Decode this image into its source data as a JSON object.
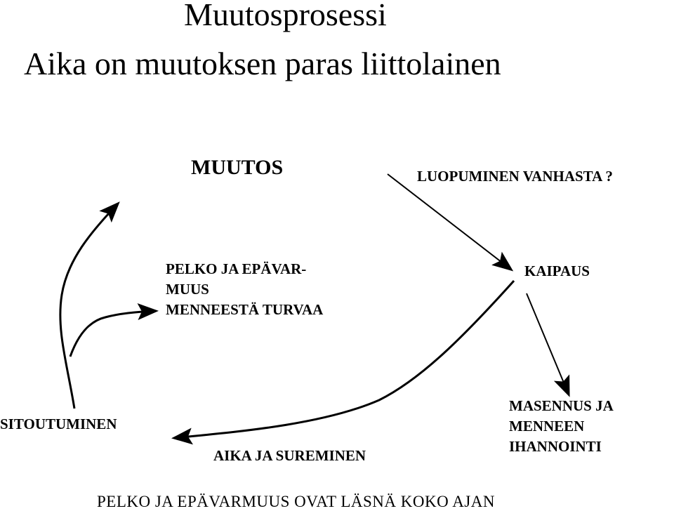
{
  "title": {
    "line1": "Muutosprosessi",
    "line2": "Aika on muutoksen paras liittolainen"
  },
  "nodes": {
    "muutos": "MUUTOS",
    "luopuminen": "LUOPUMINEN VANHASTA ?",
    "kaipaus": "KAIPAUS",
    "pelko": [
      "PELKO JA EPÄVAR-",
      "MUUS",
      "MENNEESTÄ TURVAA"
    ],
    "masennus": [
      "MASENNUS JA",
      "MENNEEN",
      "IHANNOINTI"
    ],
    "aika": "AIKA JA SUREMINEN",
    "sitoutuminen": "SITOUTUMINEN"
  },
  "footer": "PELKO JA EPÄVARMUUS OVAT LÄSNÄ KOKO AJAN"
}
